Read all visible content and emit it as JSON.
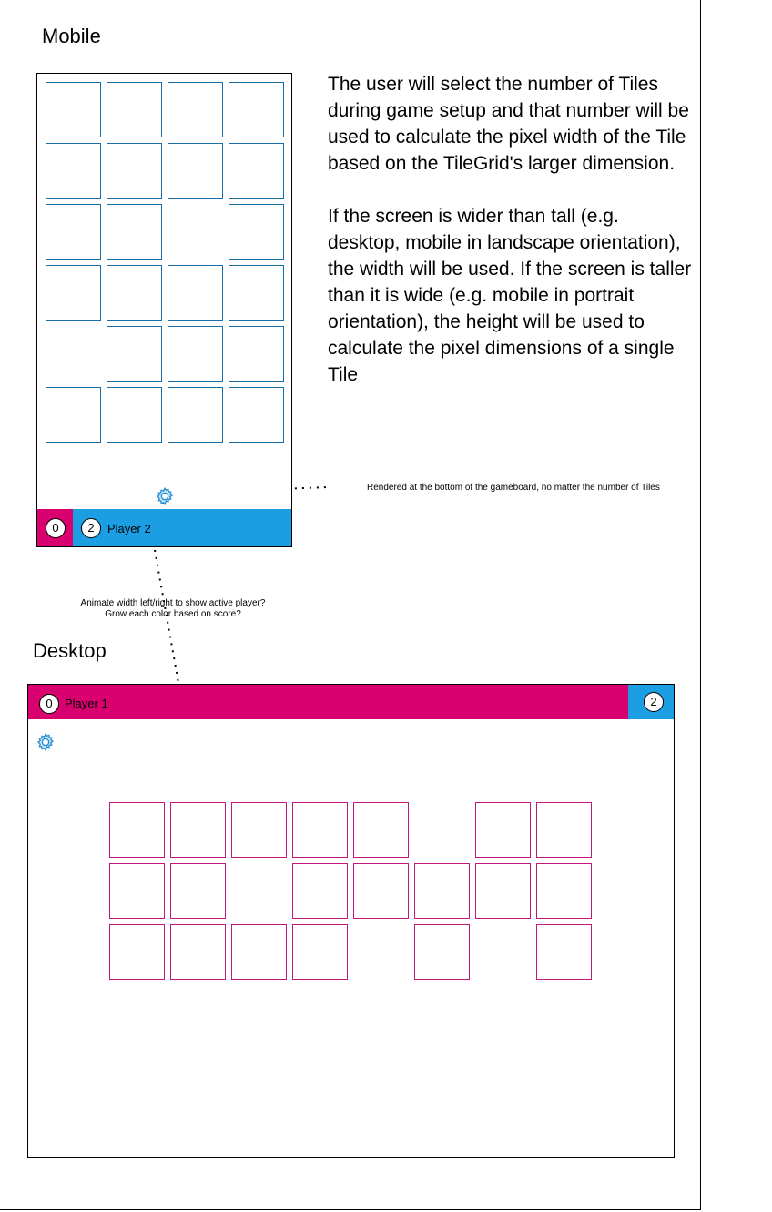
{
  "labels": {
    "mobile": "Mobile",
    "desktop": "Desktop"
  },
  "description": {
    "paragraph1": "The user will select the number of Tiles during game setup and that number will be used to calculate the pixel width of the Tile based on the TileGrid's larger dimension.",
    "paragraph2": "If the screen is wider than tall (e.g. desktop, mobile in landscape orientation), the width will be used. If the screen is taller than it is wide (e.g. mobile in portrait orientation), the height will be used to calculate the pixel dimensions of a single Tile"
  },
  "notes": {
    "settings": "Rendered at the bottom of the gameboard, no matter the number of Tiles",
    "scorebar_line1": "Animate width left/right to show active player?",
    "scorebar_line2": "Grow each color based on score?"
  },
  "mobile": {
    "player1_score": "0",
    "player2_score": "2",
    "player2_label": "Player 2",
    "grid": [
      [
        1,
        1,
        1,
        1
      ],
      [
        1,
        1,
        1,
        1
      ],
      [
        1,
        1,
        0,
        1
      ],
      [
        1,
        1,
        1,
        1
      ],
      [
        0,
        1,
        1,
        1
      ],
      [
        1,
        1,
        1,
        1
      ]
    ]
  },
  "desktop": {
    "player1_score": "0",
    "player1_label": "Player 1",
    "player2_score": "2",
    "grid": [
      [
        1,
        1,
        1,
        1,
        1,
        0,
        1,
        1
      ],
      [
        1,
        1,
        0,
        1,
        1,
        1,
        1,
        1
      ],
      [
        1,
        1,
        1,
        1,
        0,
        1,
        0,
        1
      ]
    ]
  },
  "colors": {
    "player1": "#d9006f",
    "player2": "#1b9ee2",
    "mobile_tile_border": "#1a6ea8",
    "desktop_tile_border": "#c2187d",
    "gear": "#2a8fd4"
  },
  "icons": {
    "settings": "gear-icon"
  }
}
